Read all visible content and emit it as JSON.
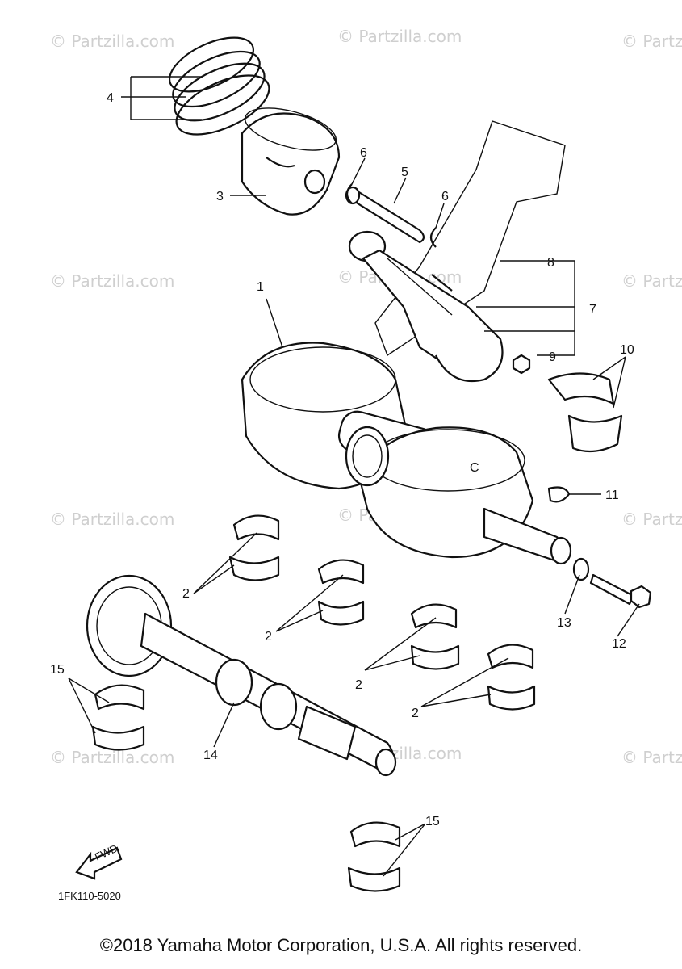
{
  "diagram_code": "1FK110-5020",
  "fwd_label": "FWD",
  "copyright": "©2018 Yamaha Motor Corporation, U.S.A. All rights reserved.",
  "watermark": "© Partzilla.com",
  "callouts": {
    "c1": "1",
    "c2a": "2",
    "c2b": "2",
    "c2c": "2",
    "c2d": "2",
    "c3": "3",
    "c4": "4",
    "c5": "5",
    "c6a": "6",
    "c6b": "6",
    "c7": "7",
    "c8": "8",
    "c9": "9",
    "c10": "10",
    "c11": "11",
    "c12": "12",
    "c13": "13",
    "c14": "14",
    "c15a": "15",
    "c15b": "15"
  },
  "colors": {
    "ink": "#111111",
    "watermark": "#cfcfcf",
    "background": "#ffffff"
  }
}
